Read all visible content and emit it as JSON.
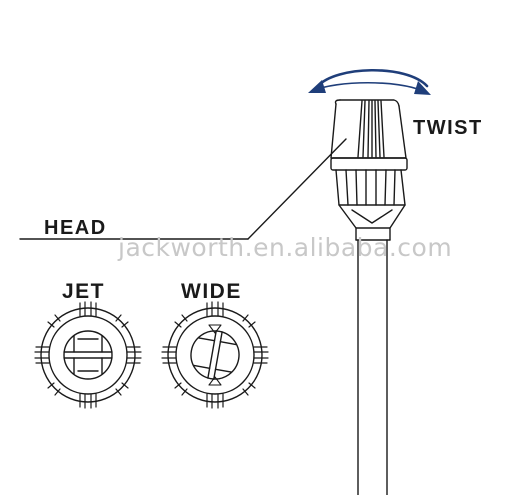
{
  "labels": {
    "twist": "TWIST",
    "head": "HEAD",
    "jet": "JET",
    "wide": "WIDE"
  },
  "watermark": "jackworth.en.alibaba.com",
  "colors": {
    "line": "#1a1a1a",
    "arrow": "#1f3e7a",
    "watermark": "#c8c8c8"
  }
}
